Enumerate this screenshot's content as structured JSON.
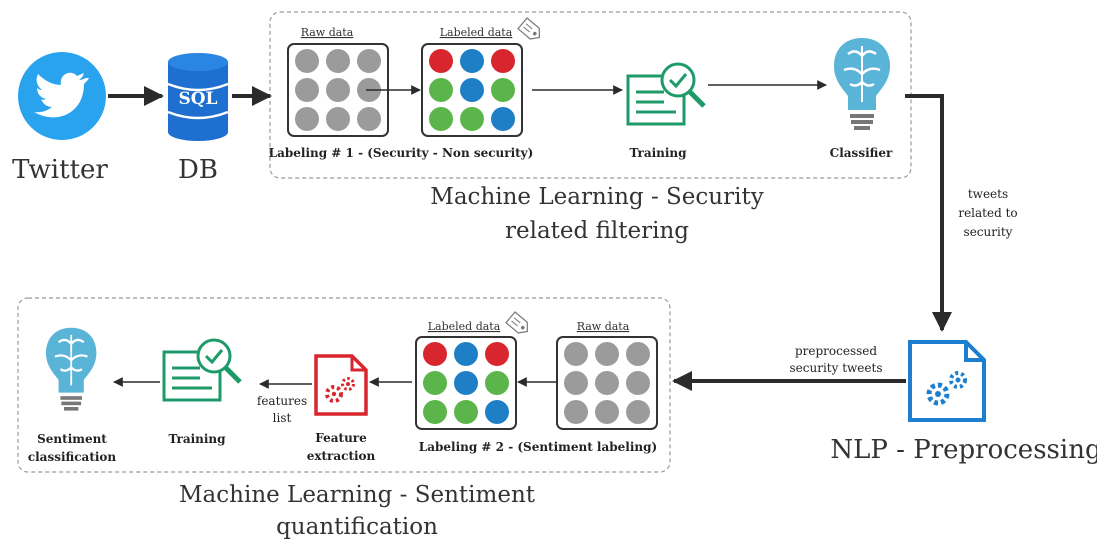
{
  "sources": {
    "twitter_label": "Twitter",
    "db_label": "DB",
    "sql_text": "SQL"
  },
  "stage1": {
    "raw_data_label": "Raw data",
    "labeled_data_label": "Labeled data",
    "labeling_label": "Labeling # 1 - (Security - Non security)",
    "training_label": "Training",
    "classifier_label": "Classifier",
    "title_line1": "Machine Learning - Security",
    "title_line2": "related filtering"
  },
  "flow": {
    "tweets_line1": "tweets",
    "tweets_line2": "related to",
    "tweets_line3": "security",
    "preprocessed_line1": "preprocessed",
    "preprocessed_line2": "security tweets",
    "nlp_label": "NLP - Preprocessing"
  },
  "stage2": {
    "labeled_data_label": "Labeled data",
    "raw_data_label": "Raw data",
    "labeling_label": "Labeling # 2 - (Sentiment labeling)",
    "features_line1": "features",
    "features_line2": "list",
    "feature_extraction_line1": "Feature",
    "feature_extraction_line2": "extraction",
    "training_label": "Training",
    "sentiment_line1": "Sentiment",
    "sentiment_line2": "classification",
    "title_line1": "Machine Learning - Sentiment",
    "title_line2": "quantification"
  },
  "colors": {
    "twitter_blue": "#2aa3ef",
    "db_blue": "#1f6fd0",
    "grid_red": "#d9262e",
    "grid_blue": "#1e7fc6",
    "grid_green": "#5cb54a",
    "grid_gray": "#9b9b9b",
    "training_green": "#1e9a6a",
    "brain_blue": "#5ab4d8",
    "feature_red": "#d9262e",
    "nlp_blue": "#1e7fd0",
    "arrow_dark": "#2b2b2b"
  },
  "icons": [
    "twitter-icon",
    "sql-database-icon",
    "data-grid-icon",
    "tag-icon",
    "training-document-icon",
    "brain-bulb-icon",
    "gears-document-icon"
  ]
}
